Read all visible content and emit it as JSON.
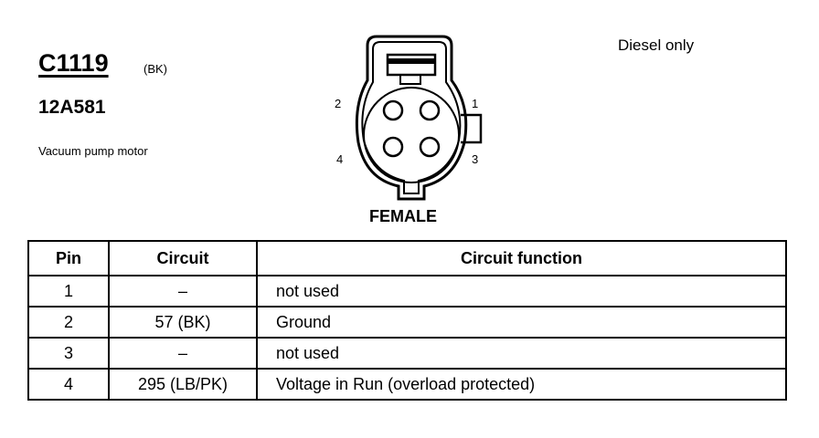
{
  "connector": {
    "id": "C1119",
    "color_code": "(BK)",
    "part_number": "12A581",
    "description": "Vacuum pump motor",
    "note": "Diesel only",
    "gender_label": "FEMALE",
    "pin_labels": {
      "p1": "1",
      "p2": "2",
      "p3": "3",
      "p4": "4"
    }
  },
  "table": {
    "headers": {
      "pin": "Pin",
      "circuit": "Circuit",
      "function": "Circuit function"
    },
    "rows": [
      {
        "pin": "1",
        "circuit": "–",
        "function": "not used"
      },
      {
        "pin": "2",
        "circuit": "57 (BK)",
        "function": "Ground"
      },
      {
        "pin": "3",
        "circuit": "–",
        "function": "not used"
      },
      {
        "pin": "4",
        "circuit": "295 (LB/PK)",
        "function": "Voltage in Run (overload protected)"
      }
    ]
  }
}
